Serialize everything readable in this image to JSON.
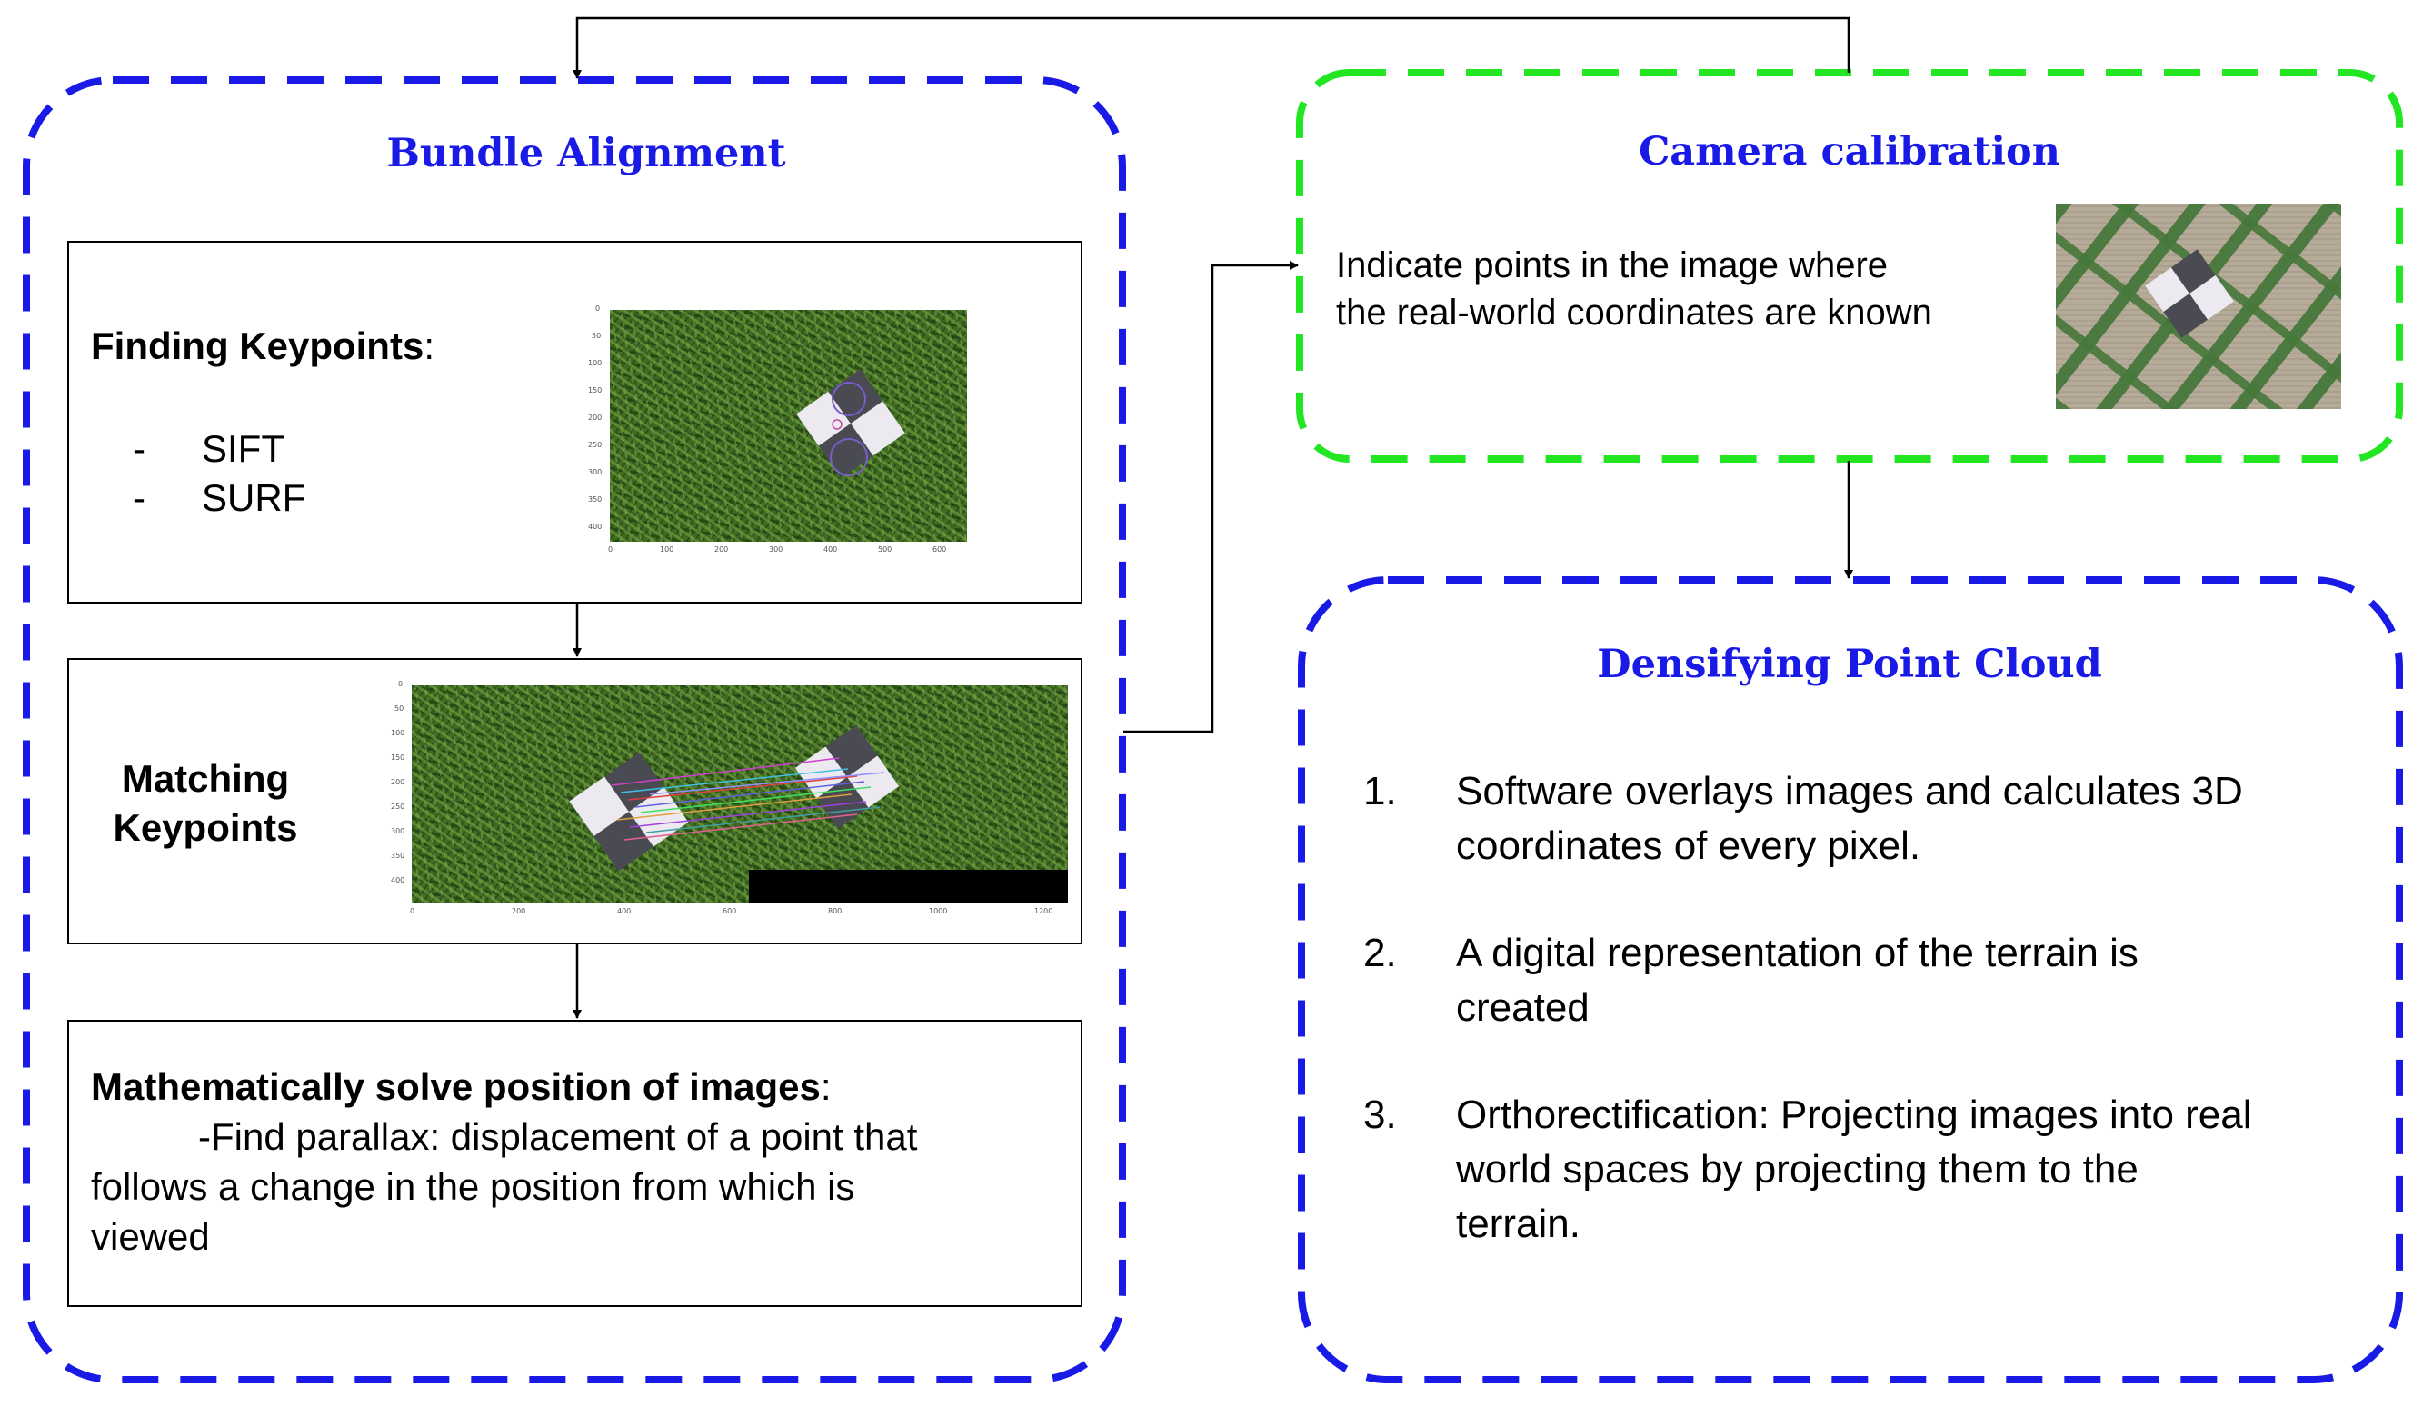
{
  "panels": {
    "bundle": {
      "title": "Bundle Alignment",
      "border_color": "#1a1ae6",
      "finding": {
        "heading": "Finding Keypoints",
        "heading_suffix": ":",
        "items": [
          {
            "bullet": "-",
            "text": "SIFT"
          },
          {
            "bullet": "-",
            "text": "SURF"
          }
        ],
        "plot_ticks": {
          "y": [
            "0",
            "50",
            "100",
            "150",
            "200",
            "250",
            "300",
            "350",
            "400"
          ],
          "x": [
            "0",
            "100",
            "200",
            "300",
            "400",
            "500",
            "600"
          ]
        }
      },
      "matching": {
        "heading_line1": "Matching",
        "heading_line2": "Keypoints",
        "plot_ticks": {
          "y": [
            "0",
            "50",
            "100",
            "150",
            "200",
            "250",
            "300",
            "350",
            "400"
          ],
          "x": [
            "0",
            "200",
            "400",
            "600",
            "800",
            "1000",
            "1200"
          ]
        }
      },
      "solve": {
        "heading": "Mathematically solve position of images",
        "heading_suffix": ":",
        "body_line1": "-Find parallax: displacement of a point that",
        "body_line2": "follows a change in the position from which is",
        "body_line3": "viewed"
      }
    },
    "calibration": {
      "title": "Camera calibration",
      "border_color": "#22e622",
      "text_line1": "Indicate points in the image where",
      "text_line2": "the real-world coordinates are known"
    },
    "densify": {
      "title": "Densifying Point Cloud",
      "border_color": "#1a1ae6",
      "items": [
        {
          "num": "1.",
          "line1": "Software overlays images and calculates 3D",
          "line2": "coordinates of every pixel.",
          "line3": ""
        },
        {
          "num": "2.",
          "line1": "A digital representation of the terrain is",
          "line2": "created",
          "line3": ""
        },
        {
          "num": "3.",
          "line1": "Orthorectification: Projecting images into real",
          "line2": "world spaces by projecting them to the",
          "line3": "terrain."
        }
      ]
    }
  },
  "colors": {
    "connector": "#000000",
    "title_blue": "#1a1ae6"
  }
}
